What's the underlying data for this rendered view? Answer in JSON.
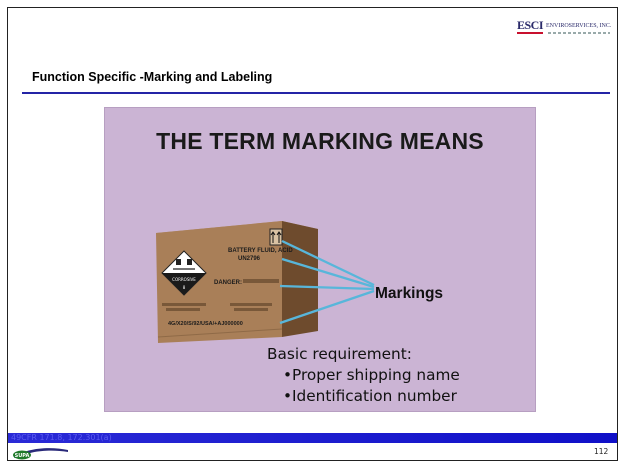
{
  "header": {
    "logo_mark": "ESCI",
    "logo_text": "ENVIROSERVICES, INC."
  },
  "slide": {
    "title": "Function Specific -Marking and Labeling",
    "heading": "THE TERM MARKING MEANS",
    "box_label": {
      "symbol": "CORROSIVE",
      "line1": "BATTERY FLUID, ACID",
      "line2": "UN2796",
      "danger": "DANGER:",
      "spec": "4G/X20/S/92/USA/+AJ000000"
    },
    "markings_label": "Markings",
    "requirements": {
      "heading": "Basic requirement:",
      "items": [
        "•Proper shipping name",
        "•Identification number"
      ]
    }
  },
  "footer": {
    "citation": "49CFR 171.8, 172.301(a)",
    "logo_text": "SUPA",
    "page_number": "112"
  },
  "colors": {
    "panel": "#cbb4d4",
    "rule": "#2424a6",
    "bar": "#1a1ad0",
    "arrow": "#58b6da"
  }
}
